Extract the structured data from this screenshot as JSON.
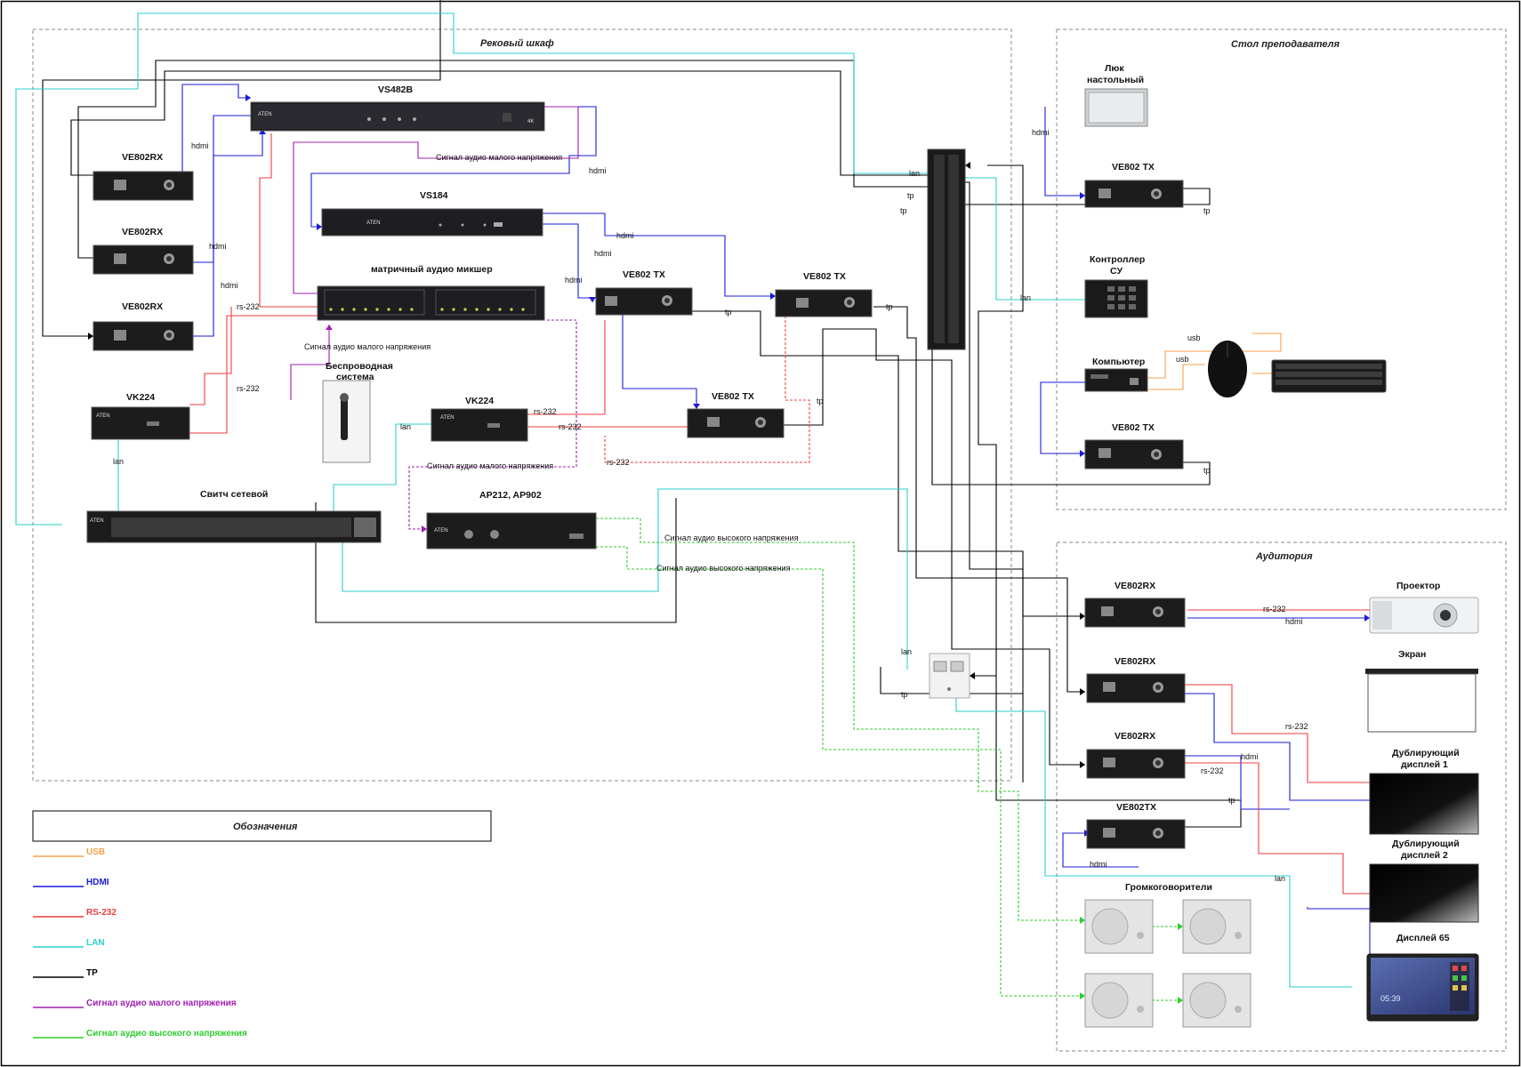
{
  "zones": {
    "rack": "Рековый шкаф",
    "teacher": "Стол преподавателя",
    "audience": "Аудитория"
  },
  "devices": {
    "vs482b": "VS482B",
    "vs184": "VS184",
    "mixer": "матричный аудио микшер",
    "wireless_line1": "Беспроводная",
    "wireless_line2": "система",
    "rack_rx1": "VE802RX",
    "rack_rx2": "VE802RX",
    "rack_rx3": "VE802RX",
    "rack_vk224_a": "VK224",
    "rack_vk224_b": "VK224",
    "rack_tx1": "VE802 TX",
    "rack_tx2": "VE802 TX",
    "rack_tx3": "VE802 TX",
    "switch": "Свитч сетевой",
    "amp": "AP212, AP902",
    "hatch_line1": "Люк",
    "hatch_line2": "настольный",
    "teacher_tx1": "VE802 TX",
    "controller_line1": "Контроллер",
    "controller_line2": "СУ",
    "computer": "Компьютер",
    "teacher_tx2": "VE802 TX",
    "aud_rx1": "VE802RX",
    "aud_rx2": "VE802RX",
    "aud_rx3": "VE802RX",
    "aud_tx": "VE802TX",
    "projector": "Проектор",
    "screen": "Экран",
    "dup1_line1": "Дублирующий",
    "dup1_line2": "дисплей 1",
    "dup2_line1": "Дублирующий",
    "dup2_line2": "дисплей 2",
    "speakers": "Громкоговорители",
    "display65": "Дисплей 65"
  },
  "device_text": {
    "aten": "ATEN",
    "k4": "4K",
    "tablet_time": "05:39"
  },
  "wire_labels": {
    "hdmi": "hdmi",
    "rs232": "rs-232",
    "lan": "lan",
    "tp": "tp",
    "usb": "usb",
    "audio_low": "Сигнал аудио малого напряжения",
    "audio_high": "Сигнал аудио высокого напряжения"
  },
  "legend": {
    "title": "Обозначения",
    "items": [
      {
        "label": "USB",
        "color": "#f5a04a"
      },
      {
        "label": "HDMI",
        "color": "#1a1adb"
      },
      {
        "label": "RS-232",
        "color": "#f03c3c"
      },
      {
        "label": "LAN",
        "color": "#2ccfcf"
      },
      {
        "label": "TP",
        "color": "#000000"
      },
      {
        "label": "Сигнал аудио малого напряжения",
        "color": "#a01fb0"
      },
      {
        "label": "Сигнал аудио высокого напряжения",
        "color": "#2ecc2e"
      }
    ]
  },
  "colors": {
    "usb": "#f5a04a",
    "hdmi": "#1a1adb",
    "rs232": "#f03c3c",
    "lan": "#2ccfcf",
    "tp": "#000000",
    "audio_low": "#a01fb0",
    "audio_high": "#2ecc2e"
  }
}
